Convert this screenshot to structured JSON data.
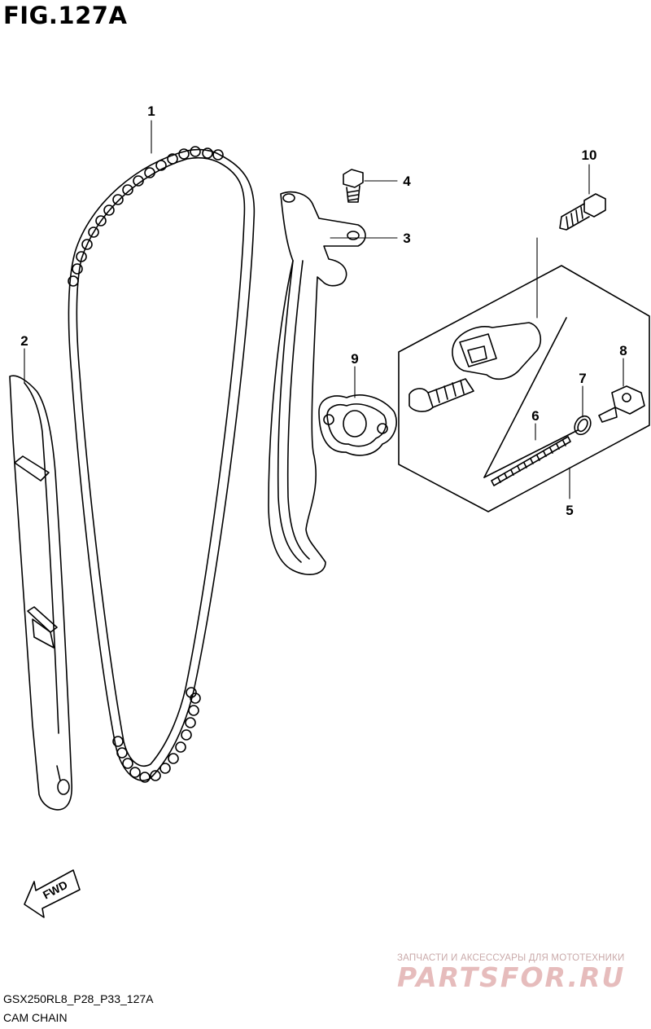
{
  "figure": {
    "title": "FIG.127A",
    "code": "GSX250RL8_P28_P33_127A",
    "name": "CAM CHAIN"
  },
  "callouts": {
    "c1": "1",
    "c2": "2",
    "c3": "3",
    "c4": "4",
    "c5": "5",
    "c6": "6",
    "c7": "7",
    "c8": "8",
    "c9": "9",
    "c10": "10"
  },
  "fwd_label": "FWD",
  "watermark": {
    "tagline": "ЗАПЧАСТИ И АКСЕССУАРЫ ДЛЯ МОТОТЕХНИКИ",
    "brand": "PARTSFOR.RU"
  },
  "colors": {
    "line": "#000000",
    "background": "#ffffff",
    "watermark_text": "#c9a9a9",
    "watermark_brand": "#e6bcbc"
  }
}
